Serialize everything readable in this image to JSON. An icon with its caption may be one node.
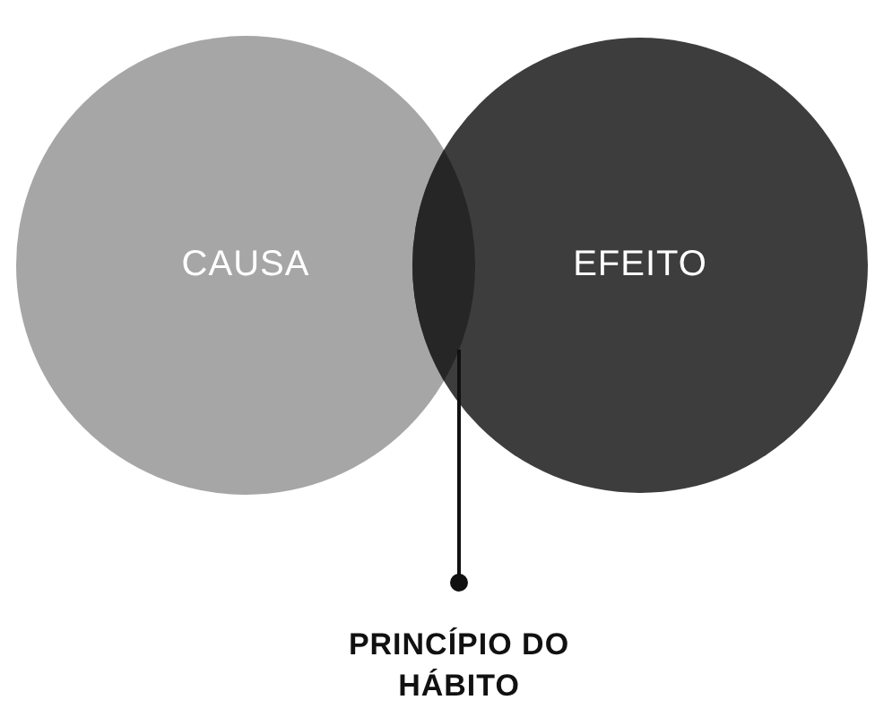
{
  "diagram": {
    "nodes": [
      {
        "text": [
          "CAUSA"
        ]
      },
      {
        "text": [
          "EFEITO"
        ]
      },
      {
        "text": [],
        "shape": "lens"
      },
      {
        "text": [
          "PRINCÍPIO DO HÁBITO"
        ]
      }
    ],
    "edges": [
      {
        "from": 3,
        "to": 2,
        "arrow": "other"
      }
    ]
  }
}
